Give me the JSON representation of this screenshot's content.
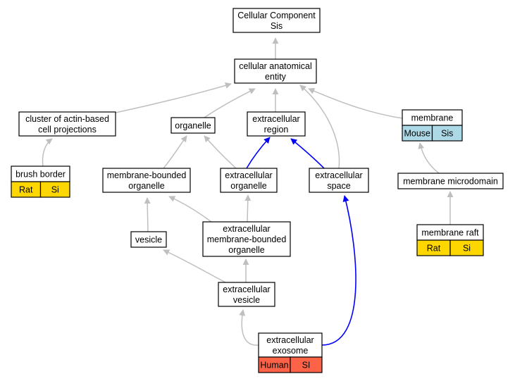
{
  "colors": {
    "is_a_edge": "#bfbfbf",
    "part_of_edge": "#0000ff",
    "mouse": "#add8e6",
    "rat": "#ffd700",
    "human": "#ff6347"
  },
  "nodes": {
    "cellular_component": {
      "lines": [
        "Cellular Component",
        "Sis"
      ]
    },
    "cellular_anatomical_entity": {
      "lines": [
        "cellular anatomical",
        "entity"
      ]
    },
    "cluster_actin": {
      "lines": [
        "cluster of actin-based",
        "cell projections"
      ]
    },
    "organelle": {
      "lines": [
        "organelle"
      ]
    },
    "extracellular_region": {
      "lines": [
        "extracellular",
        "region"
      ]
    },
    "membrane": {
      "lines": [
        "membrane"
      ],
      "cells": [
        {
          "text": "Mouse",
          "color": "#add8e6"
        },
        {
          "text": "Sis",
          "color": "#add8e6"
        }
      ]
    },
    "brush_border": {
      "lines": [
        "brush border"
      ],
      "cells": [
        {
          "text": "Rat",
          "color": "#ffd700"
        },
        {
          "text": "Si",
          "color": "#ffd700"
        }
      ]
    },
    "membrane_bounded_organelle": {
      "lines": [
        "membrane-bounded",
        "organelle"
      ]
    },
    "extracellular_organelle": {
      "lines": [
        "extracellular",
        "organelle"
      ]
    },
    "extracellular_space": {
      "lines": [
        "extracellular",
        "space"
      ]
    },
    "membrane_microdomain": {
      "lines": [
        "membrane microdomain"
      ]
    },
    "membrane_raft": {
      "lines": [
        "membrane raft"
      ],
      "cells": [
        {
          "text": "Rat",
          "color": "#ffd700"
        },
        {
          "text": "Si",
          "color": "#ffd700"
        }
      ]
    },
    "vesicle": {
      "lines": [
        "vesicle"
      ]
    },
    "extracellular_mb_organelle": {
      "lines": [
        "extracellular",
        "membrane-bounded",
        "organelle"
      ]
    },
    "extracellular_vesicle": {
      "lines": [
        "extracellular",
        "vesicle"
      ]
    },
    "extracellular_exosome": {
      "lines": [
        "extracellular",
        "exosome"
      ],
      "cells": [
        {
          "text": "Human",
          "color": "#ff6347"
        },
        {
          "text": "SI",
          "color": "#ff6347"
        }
      ]
    }
  },
  "edges": [
    {
      "from": "cellular_anatomical_entity",
      "to": "cellular_component",
      "type": "is_a"
    },
    {
      "from": "cluster_actin",
      "to": "cellular_anatomical_entity",
      "type": "is_a"
    },
    {
      "from": "organelle",
      "to": "cellular_anatomical_entity",
      "type": "is_a"
    },
    {
      "from": "extracellular_region",
      "to": "cellular_anatomical_entity",
      "type": "is_a"
    },
    {
      "from": "extracellular_space",
      "to": "cellular_anatomical_entity",
      "type": "is_a"
    },
    {
      "from": "membrane",
      "to": "cellular_anatomical_entity",
      "type": "is_a"
    },
    {
      "from": "brush_border",
      "to": "cluster_actin",
      "type": "is_a"
    },
    {
      "from": "membrane_bounded_organelle",
      "to": "organelle",
      "type": "is_a"
    },
    {
      "from": "extracellular_organelle",
      "to": "organelle",
      "type": "is_a"
    },
    {
      "from": "extracellular_organelle",
      "to": "extracellular_region",
      "type": "part_of"
    },
    {
      "from": "extracellular_space",
      "to": "extracellular_region",
      "type": "part_of"
    },
    {
      "from": "membrane_microdomain",
      "to": "membrane",
      "type": "is_a"
    },
    {
      "from": "membrane_raft",
      "to": "membrane_microdomain",
      "type": "is_a"
    },
    {
      "from": "vesicle",
      "to": "membrane_bounded_organelle",
      "type": "is_a"
    },
    {
      "from": "extracellular_mb_organelle",
      "to": "membrane_bounded_organelle",
      "type": "is_a"
    },
    {
      "from": "extracellular_mb_organelle",
      "to": "extracellular_organelle",
      "type": "is_a"
    },
    {
      "from": "extracellular_vesicle",
      "to": "vesicle",
      "type": "is_a"
    },
    {
      "from": "extracellular_vesicle",
      "to": "extracellular_mb_organelle",
      "type": "is_a"
    },
    {
      "from": "extracellular_exosome",
      "to": "extracellular_vesicle",
      "type": "is_a"
    },
    {
      "from": "extracellular_exosome",
      "to": "extracellular_space",
      "type": "part_of"
    }
  ]
}
